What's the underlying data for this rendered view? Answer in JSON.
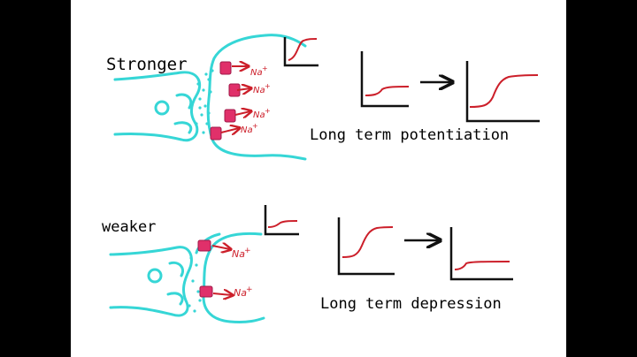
{
  "labels": {
    "stronger": "Stronger",
    "weaker": "weaker",
    "ltp": "Long term potentiation",
    "ltd": "Long term depression",
    "sodium": "Na",
    "plus": "+"
  },
  "colors": {
    "neuron": "#36d6d6",
    "receptor": "#e0306a",
    "ion_arrow": "#cc1f2a",
    "curve": "#cc1f2a",
    "axes": "#111111",
    "background": "#000000",
    "panel": "#ffffff"
  }
}
